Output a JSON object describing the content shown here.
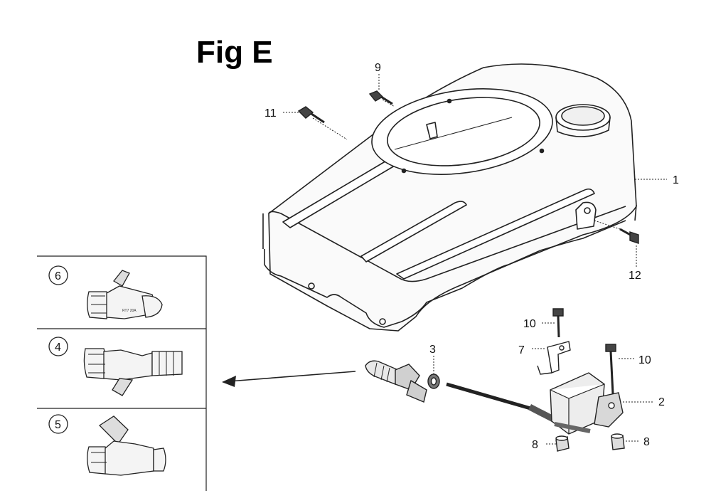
{
  "title": "Fig E",
  "callouts": {
    "cover": "1",
    "switch": "2",
    "seal": "3",
    "bracket": "7",
    "cap_left": "8",
    "cap_right": "8",
    "bolt_top": "9",
    "bolt_bracket": "10",
    "bolt_switch": "10",
    "bolt_left": "11",
    "bolt_right": "12"
  },
  "inset": {
    "rows": [
      {
        "number": "6",
        "part_text": "RT7 20A"
      },
      {
        "number": "4",
        "part_text": ""
      },
      {
        "number": "5",
        "part_text": ""
      }
    ]
  }
}
